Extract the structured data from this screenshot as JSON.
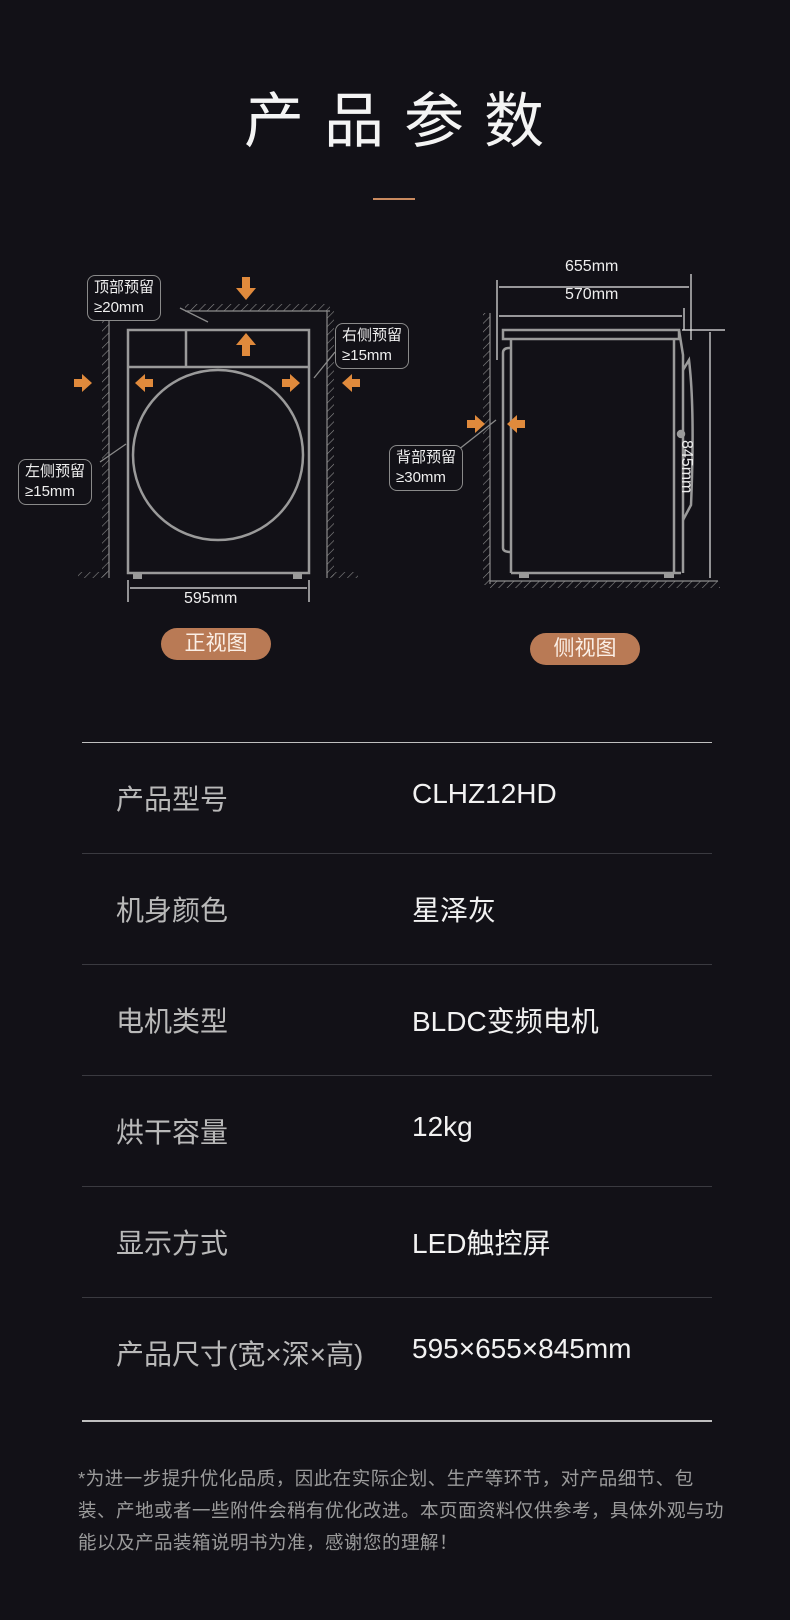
{
  "header": {
    "title": "产品参数"
  },
  "front_view": {
    "badge": "正视图",
    "callouts": {
      "top": {
        "label": "顶部预留",
        "value": "≥20mm"
      },
      "right": {
        "label": "右侧预留",
        "value": "≥15mm"
      },
      "left": {
        "label": "左侧预留",
        "value": "≥15mm"
      }
    },
    "width_dim": "595mm"
  },
  "side_view": {
    "badge": "侧视图",
    "callouts": {
      "back": {
        "label": "背部预留",
        "value": "≥30mm"
      }
    },
    "depth_total_dim": "655mm",
    "depth_body_dim": "570mm",
    "height_dim": "845mm"
  },
  "colors": {
    "accent_orange": "#e08a3c",
    "badge_bg": "#b97a55",
    "line_gray": "#9a9a9a",
    "background": "#121117"
  },
  "specs": [
    {
      "label": "产品型号",
      "value": "CLHZ12HD"
    },
    {
      "label": "机身颜色",
      "value": "星泽灰"
    },
    {
      "label": "电机类型",
      "value": "BLDC变频电机"
    },
    {
      "label": "烘干容量",
      "value": "12kg"
    },
    {
      "label": "显示方式",
      "value": "LED触控屏"
    },
    {
      "label": "产品尺寸(宽×深×高)",
      "value": "595×655×845mm"
    }
  ],
  "footnote": "*为进一步提升优化品质，因此在实际企划、生产等环节，对产品细节、包装、产地或者一些附件会稍有优化改进。本页面资料仅供参考，具体外观与功能以及产品装箱说明书为准，感谢您的理解！"
}
